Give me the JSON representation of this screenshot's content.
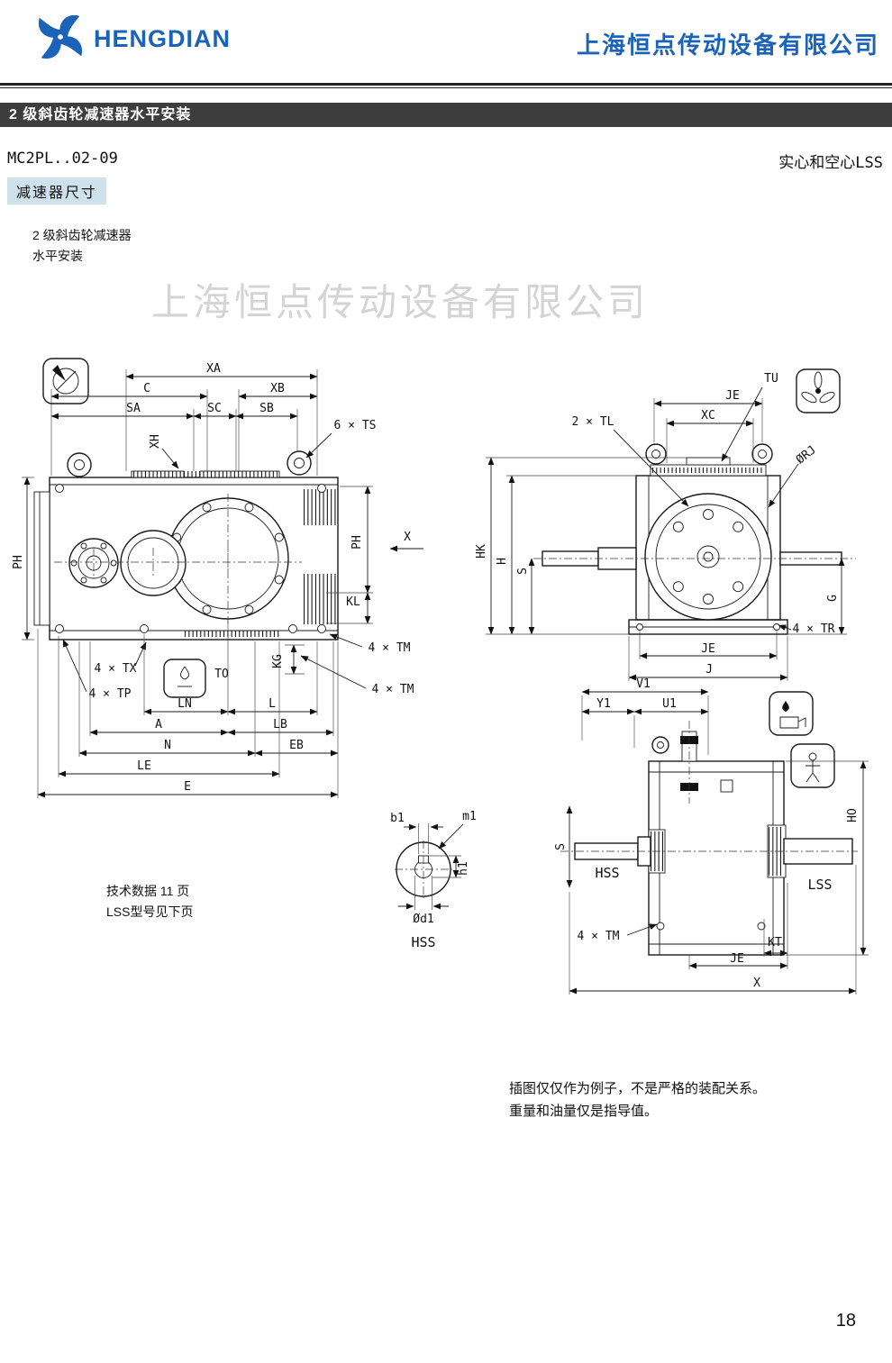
{
  "header": {
    "brand": "HENGDIAN",
    "company": "上海恒点传动设备有限公司"
  },
  "title_bar": "2 级斜齿轮减速器水平安装",
  "model_row": {
    "model": "MC2PL..02-09",
    "shaft_note": "实心和空心LSS"
  },
  "section_label": "减速器尺寸",
  "subtitle": {
    "line1": "2 级斜齿轮减速器",
    "line2": "水平安装"
  },
  "watermark": "上海恒点传动设备有限公司",
  "dim_labels": {
    "xa": "XA",
    "c": "C",
    "xb": "XB",
    "sa": "SA",
    "sc": "SC",
    "sb": "SB",
    "xh": "XH",
    "ts6": "6 × TS",
    "ph": "PH",
    "x": "X",
    "kl": "KL",
    "kg": "KG",
    "tm4": "4 × TM",
    "tx4": "4 × TX",
    "tp4": "4 × TP",
    "to": "TO",
    "ln": "LN",
    "l": "L",
    "a": "A",
    "lb": "LB",
    "n": "N",
    "eb": "EB",
    "le": "LE",
    "e": "E",
    "tu": "TU",
    "je": "JE",
    "xc": "XC",
    "tl2": "2 × TL",
    "rj": "ØRJ",
    "hk": "HK",
    "h": "H",
    "s": "S",
    "g": "G",
    "tr4": "4 × TR",
    "j": "J",
    "v1": "V1",
    "y1": "Y1",
    "u1": "U1",
    "ho": "HO",
    "hss": "HSS",
    "lss": "LSS",
    "kt": "KT",
    "b1": "b1",
    "m1": "m1",
    "h1": "h1",
    "d1": "Ød1"
  },
  "notes": {
    "line1": "技术数据 11 页",
    "line2": "LSS型号见下页"
  },
  "footnote": {
    "line1": "插图仅仅作为例子，不是严格的装配关系。",
    "line2": "重量和油量仅是指导值。"
  },
  "page_number": "18"
}
